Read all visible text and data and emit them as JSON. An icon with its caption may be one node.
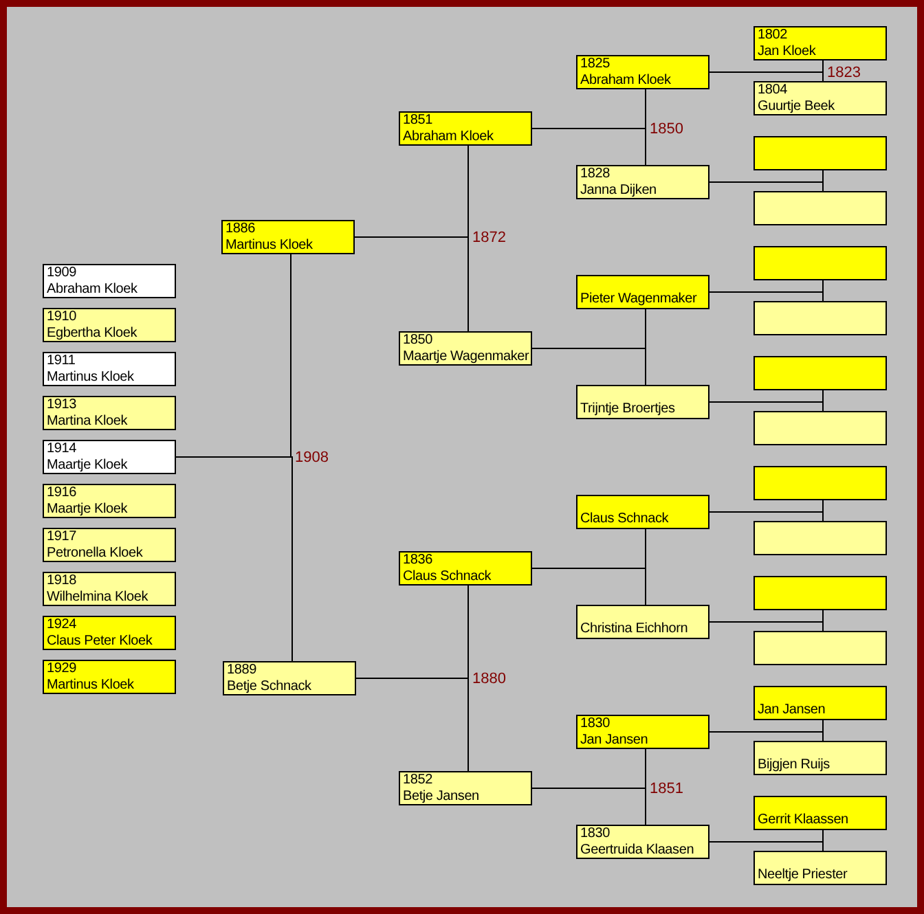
{
  "diagram": {
    "nodes": [
      {
        "text": [
          "1909",
          "Abraham Kloek"
        ]
      },
      {
        "text": [
          "1910",
          "Egbertha Kloek"
        ]
      },
      {
        "text": [
          "1911",
          "Martinus Kloek"
        ]
      },
      {
        "text": [
          "1913",
          "Martina Kloek"
        ]
      },
      {
        "text": [
          "1914",
          "Maartje Kloek"
        ]
      },
      {
        "text": [
          "1916",
          "Maartje Kloek"
        ]
      },
      {
        "text": [
          "1917",
          "Petronella Kloek"
        ]
      },
      {
        "text": [
          "1918",
          "Wilhelmina Kloek"
        ]
      },
      {
        "text": [
          "1924",
          "Claus Peter Kloek"
        ]
      },
      {
        "text": [
          "1929",
          "Martinus Kloek"
        ]
      },
      {
        "text": [
          "1886",
          "Martinus Kloek"
        ]
      },
      {
        "text": [
          "1889",
          "Betje Schnack"
        ]
      },
      {
        "text": [
          "1851",
          "Abraham Kloek"
        ]
      },
      {
        "text": [
          "1850",
          "Maartje Wagenmaker"
        ]
      },
      {
        "text": [
          "1836",
          "Claus Schnack"
        ]
      },
      {
        "text": [
          "1852",
          "Betje Jansen"
        ]
      },
      {
        "text": [
          "1825",
          "Abraham Kloek"
        ]
      },
      {
        "text": [
          "1828",
          "Janna Dijken"
        ]
      },
      {
        "text": [
          "Pieter Wagenmaker"
        ]
      },
      {
        "text": [
          "Trijntje Broertjes"
        ]
      },
      {
        "text": [
          "Claus Schnack"
        ]
      },
      {
        "text": [
          "Christina Eichhorn"
        ]
      },
      {
        "text": [
          "1830",
          "Jan Jansen"
        ]
      },
      {
        "text": [
          "1830",
          "Geertruida Klaasen"
        ]
      },
      {
        "text": [
          "1802",
          "Jan Kloek"
        ]
      },
      {
        "text": [
          "1804",
          "Guurtje Beek"
        ]
      },
      {
        "text": [],
        "shape": "box"
      },
      {
        "text": [],
        "shape": "box"
      },
      {
        "text": [],
        "shape": "box"
      },
      {
        "text": [],
        "shape": "box"
      },
      {
        "text": [],
        "shape": "box"
      },
      {
        "text": [],
        "shape": "box"
      },
      {
        "text": [],
        "shape": "box"
      },
      {
        "text": [],
        "shape": "box"
      },
      {
        "text": [],
        "shape": "box"
      },
      {
        "text": [],
        "shape": "box"
      },
      {
        "text": [
          "Jan Jansen"
        ]
      },
      {
        "text": [
          "Bijgjen Ruijs"
        ]
      },
      {
        "text": [
          "Gerrit Klaassen"
        ]
      },
      {
        "text": [
          "Neeltje Priester"
        ]
      }
    ],
    "edges": [
      {
        "from": 4,
        "to": 10,
        "arrow": "none",
        "label": "1908"
      },
      {
        "from": 4,
        "to": 11,
        "arrow": "none"
      },
      {
        "from": 10,
        "to": 12,
        "arrow": "none",
        "label": "1872"
      },
      {
        "from": 10,
        "to": 13,
        "arrow": "none"
      },
      {
        "from": 11,
        "to": 14,
        "arrow": "none",
        "label": "1880"
      },
      {
        "from": 11,
        "to": 15,
        "arrow": "none"
      },
      {
        "from": 12,
        "to": 16,
        "arrow": "none",
        "label": "1850"
      },
      {
        "from": 12,
        "to": 17,
        "arrow": "none"
      },
      {
        "from": 13,
        "to": 18,
        "arrow": "none"
      },
      {
        "from": 13,
        "to": 19,
        "arrow": "none"
      },
      {
        "from": 14,
        "to": 20,
        "arrow": "none"
      },
      {
        "from": 14,
        "to": 21,
        "arrow": "none"
      },
      {
        "from": 15,
        "to": 22,
        "arrow": "none",
        "label": "1851"
      },
      {
        "from": 15,
        "to": 23,
        "arrow": "none"
      },
      {
        "from": 16,
        "to": 24,
        "arrow": "none",
        "label": "1823"
      },
      {
        "from": 16,
        "to": 25,
        "arrow": "none"
      },
      {
        "from": 17,
        "to": 26,
        "arrow": "none"
      },
      {
        "from": 17,
        "to": 27,
        "arrow": "none"
      },
      {
        "from": 18,
        "to": 28,
        "arrow": "none"
      },
      {
        "from": 18,
        "to": 29,
        "arrow": "none"
      },
      {
        "from": 19,
        "to": 30,
        "arrow": "none"
      },
      {
        "from": 19,
        "to": 31,
        "arrow": "none"
      },
      {
        "from": 20,
        "to": 32,
        "arrow": "none"
      },
      {
        "from": 20,
        "to": 33,
        "arrow": "none"
      },
      {
        "from": 21,
        "to": 34,
        "arrow": "none"
      },
      {
        "from": 21,
        "to": 35,
        "arrow": "none"
      },
      {
        "from": 22,
        "to": 36,
        "arrow": "none"
      },
      {
        "from": 22,
        "to": 37,
        "arrow": "none"
      },
      {
        "from": 23,
        "to": 38,
        "arrow": "none"
      },
      {
        "from": 23,
        "to": 39,
        "arrow": "none"
      }
    ]
  }
}
